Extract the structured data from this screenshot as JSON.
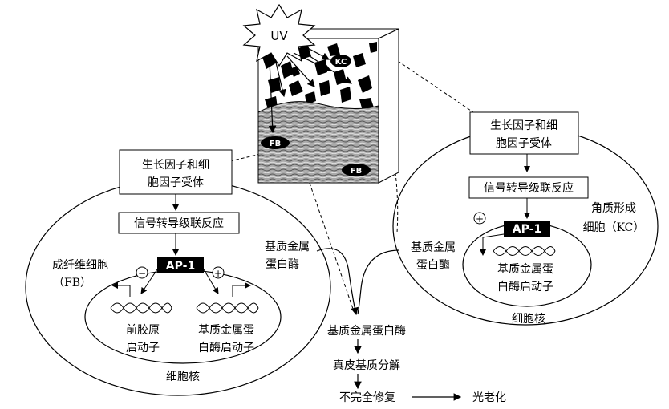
{
  "uv": {
    "label": "UV"
  },
  "skin_block": {
    "kc_label": "KC",
    "fb_label_1": "FB",
    "fb_label_2": "FB"
  },
  "fibroblast": {
    "receptor_line1": "生长因子和细",
    "receptor_line2": "胞因子受体",
    "signal": "信号转导级联反应",
    "ap1": "AP-1",
    "cell_name_line1": "成纤维细胞",
    "cell_name_line2": "（FB）",
    "minus_sign": "−",
    "plus_sign": "+",
    "procollagen_line1": "前胶原",
    "procollagen_line2": "启动子",
    "mmp_promoter_line1": "基质金属蛋",
    "mmp_promoter_line2": "白酶启动子",
    "nucleus": "细胞核",
    "mmp_out_line1": "基质金属",
    "mmp_out_line2": "蛋白酶"
  },
  "keratinocyte": {
    "receptor_line1": "生长因子和细",
    "receptor_line2": "胞因子受体",
    "signal": "信号转导级联反应",
    "ap1": "AP-1",
    "plus_sign": "+",
    "cell_name_line1": "角质形成",
    "cell_name_line2": "细胞（KC）",
    "promoter_line1": "基质金属蛋",
    "promoter_line2": "白酶启动子",
    "nucleus": "细胞核",
    "mmp_out_line1": "基质金属",
    "mmp_out_line2": "蛋白酶"
  },
  "flow": {
    "step1": "基质金属蛋白酶",
    "step2": "真皮基质分解",
    "step3": "不完全修复",
    "result": "光老化"
  }
}
